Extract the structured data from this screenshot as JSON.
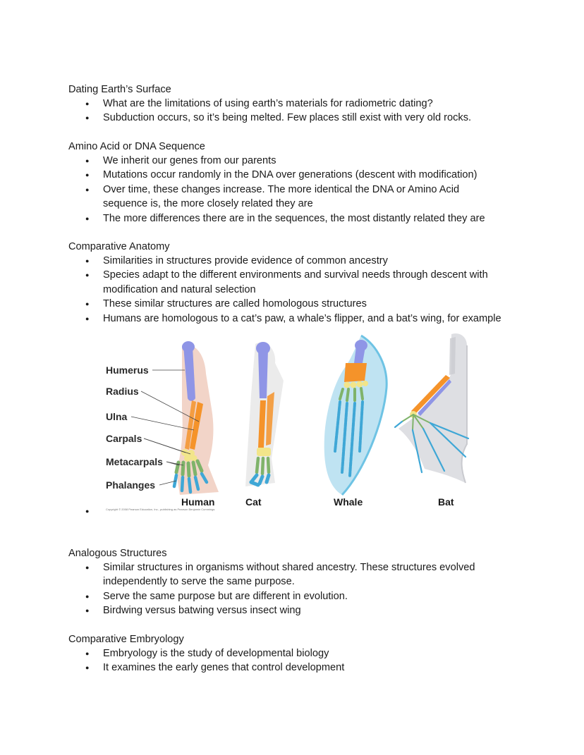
{
  "sections": [
    {
      "heading": "Dating Earth’s Surface",
      "bullets": [
        "What are the limitations of using earth’s materials for radiometric dating?",
        "Subduction occurs, so it’s being melted. Few places still exist with very old rocks."
      ]
    },
    {
      "heading": "Amino Acid or DNA Sequence",
      "bullets": [
        "We inherit our genes from our parents",
        "Mutations occur randomly in the DNA over generations (descent with modification)",
        "Over time, these changes increase. The more identical the DNA or Amino Acid sequence is, the more closely related they are",
        "The more differences there are in the sequences, the most distantly related they are"
      ]
    },
    {
      "heading": "Comparative Anatomy",
      "bullets": [
        "Similarities in structures provide evidence of common ancestry",
        "Species adapt to the different environments and survival needs through descent with modification and natural selection",
        "These similar structures are called homologous structures",
        "Humans are homologous to a cat’s paw, a whale’s flipper, and a bat’s wing, for example"
      ]
    },
    {
      "heading": "Analogous Structures",
      "bullets": [
        "Similar structures in organisms without shared ancestry. These structures evolved independently to serve the same purpose.",
        "Serve the same purpose but are different in evolution.",
        "Birdwing versus batwing versus insect wing"
      ]
    },
    {
      "heading": "Comparative Embryology",
      "bullets": [
        "Embryology is the study of developmental biology",
        "It examines the early genes that control development"
      ]
    }
  ],
  "figure": {
    "bone_labels": [
      "Humerus",
      "Radius",
      "Ulna",
      "Carpals",
      "Metacarpals",
      "Phalanges"
    ],
    "animal_labels": [
      "Human",
      "Cat",
      "Whale",
      "Bat"
    ],
    "copyright": "Copyright © 2008 Pearson Education, Inc., publishing as Pearson Benjamin Cummings",
    "colors": {
      "humerus": "#8f95e6",
      "radius_ulna": "#f5932a",
      "carpals": "#f2e58a",
      "metacarpals": "#7fb36a",
      "phalanges": "#3fa7d6",
      "human_skin": "#edc6b6",
      "whale_skin": "#bfe3f2",
      "bat_skin": "#dedfe3"
    }
  }
}
